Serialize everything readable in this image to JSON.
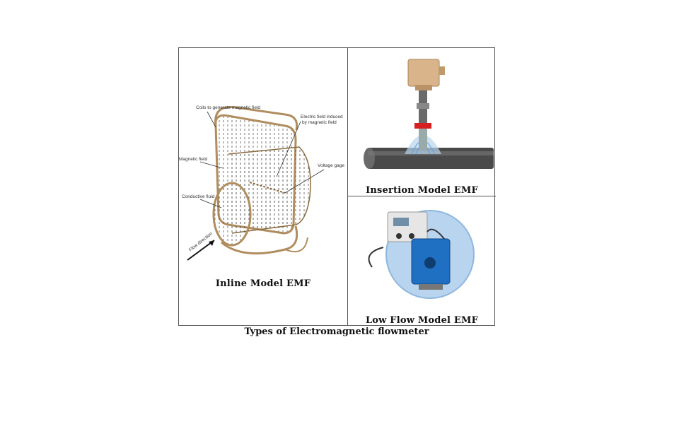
{
  "panels": {
    "inline": {
      "caption": "Inline Model EMF",
      "labels": {
        "coils": "Coils to generate magnetic field",
        "electric_field": "Electric field induced",
        "electric_field_2": "by magnetic field",
        "magnetic_field": "Magnetic field",
        "voltage_gage": "Voltage gage",
        "conductive_fluid": "Conductive fluid",
        "flow_direction": "Flow direction"
      }
    },
    "insertion": {
      "caption": "Insertion Model EMF"
    },
    "low_flow": {
      "caption": "Low Flow Model EMF"
    }
  },
  "figure_caption": "Types of Electromagnetic flowmeter",
  "colors": {
    "coil": "#b08d5e",
    "pipe": "#3a3a3a",
    "housing": "#d9b48a",
    "sensor_ring": "#d42020",
    "meter_blue": "#1f6fc2",
    "halo": "#b8d4ee"
  }
}
